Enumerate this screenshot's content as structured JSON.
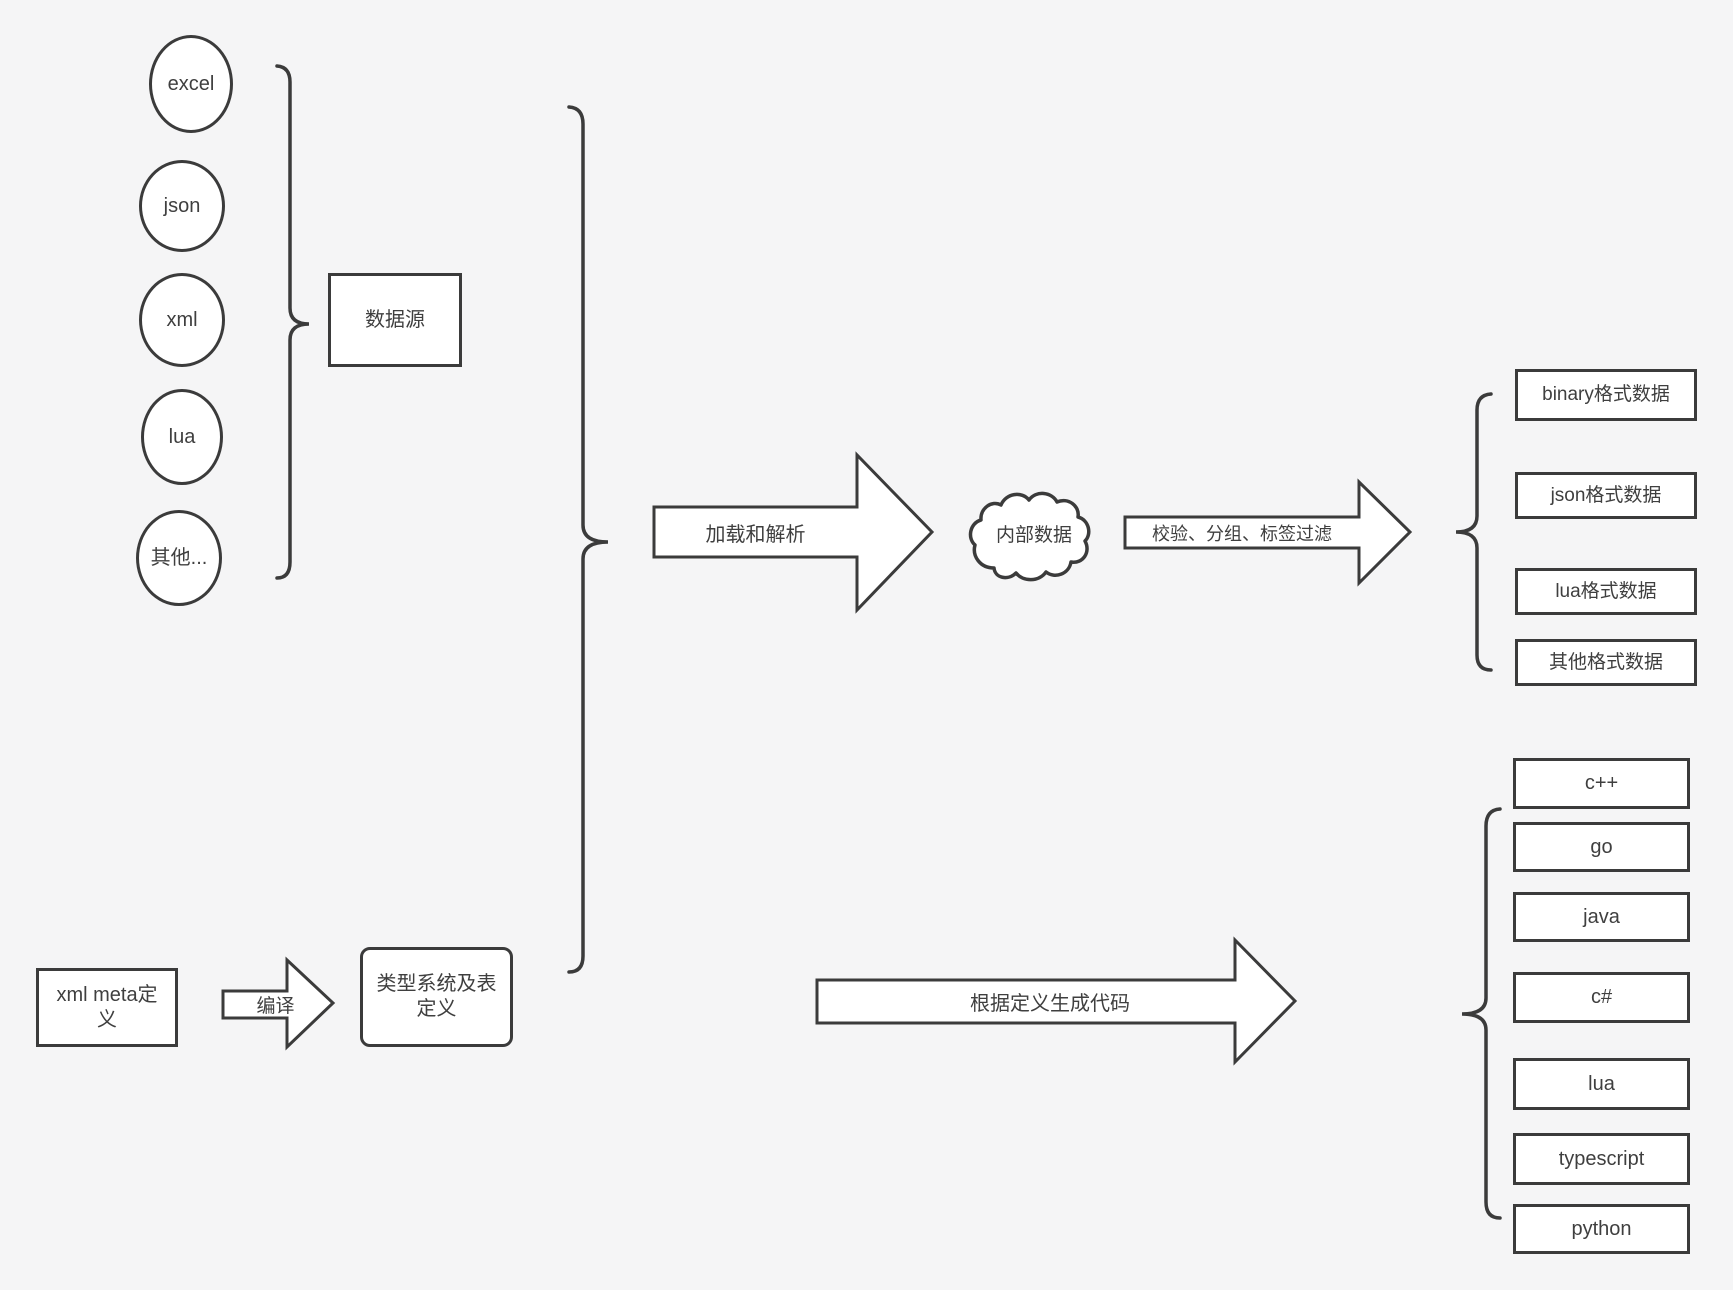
{
  "diagram": {
    "background": "#f5f5f6",
    "shape_fill": "#ffffff",
    "stroke_color": "#3b3b3b",
    "text_color": "#3f3f3f"
  },
  "sources": {
    "group_label": "数据源",
    "items": [
      {
        "label": "excel"
      },
      {
        "label": "json"
      },
      {
        "label": "xml"
      },
      {
        "label": "lua"
      },
      {
        "label": "其他..."
      }
    ]
  },
  "pipeline": {
    "load_parse_arrow": "加载和解析",
    "internal_data_cloud": "内部数据",
    "filter_arrow": "校验、分组、标签过滤"
  },
  "output_formats": {
    "items": [
      {
        "label": "binary格式数据"
      },
      {
        "label": "json格式数据"
      },
      {
        "label": "lua格式数据"
      },
      {
        "label": "其他格式数据"
      }
    ]
  },
  "definition_flow": {
    "xml_meta_box": "xml meta定义",
    "compile_arrow": "编译",
    "type_system_box": "类型系统及表定义",
    "codegen_arrow": "根据定义生成代码"
  },
  "languages": {
    "items": [
      {
        "label": "c++"
      },
      {
        "label": "go"
      },
      {
        "label": "java"
      },
      {
        "label": "c#"
      },
      {
        "label": "lua"
      },
      {
        "label": "typescript"
      },
      {
        "label": "python"
      }
    ]
  }
}
